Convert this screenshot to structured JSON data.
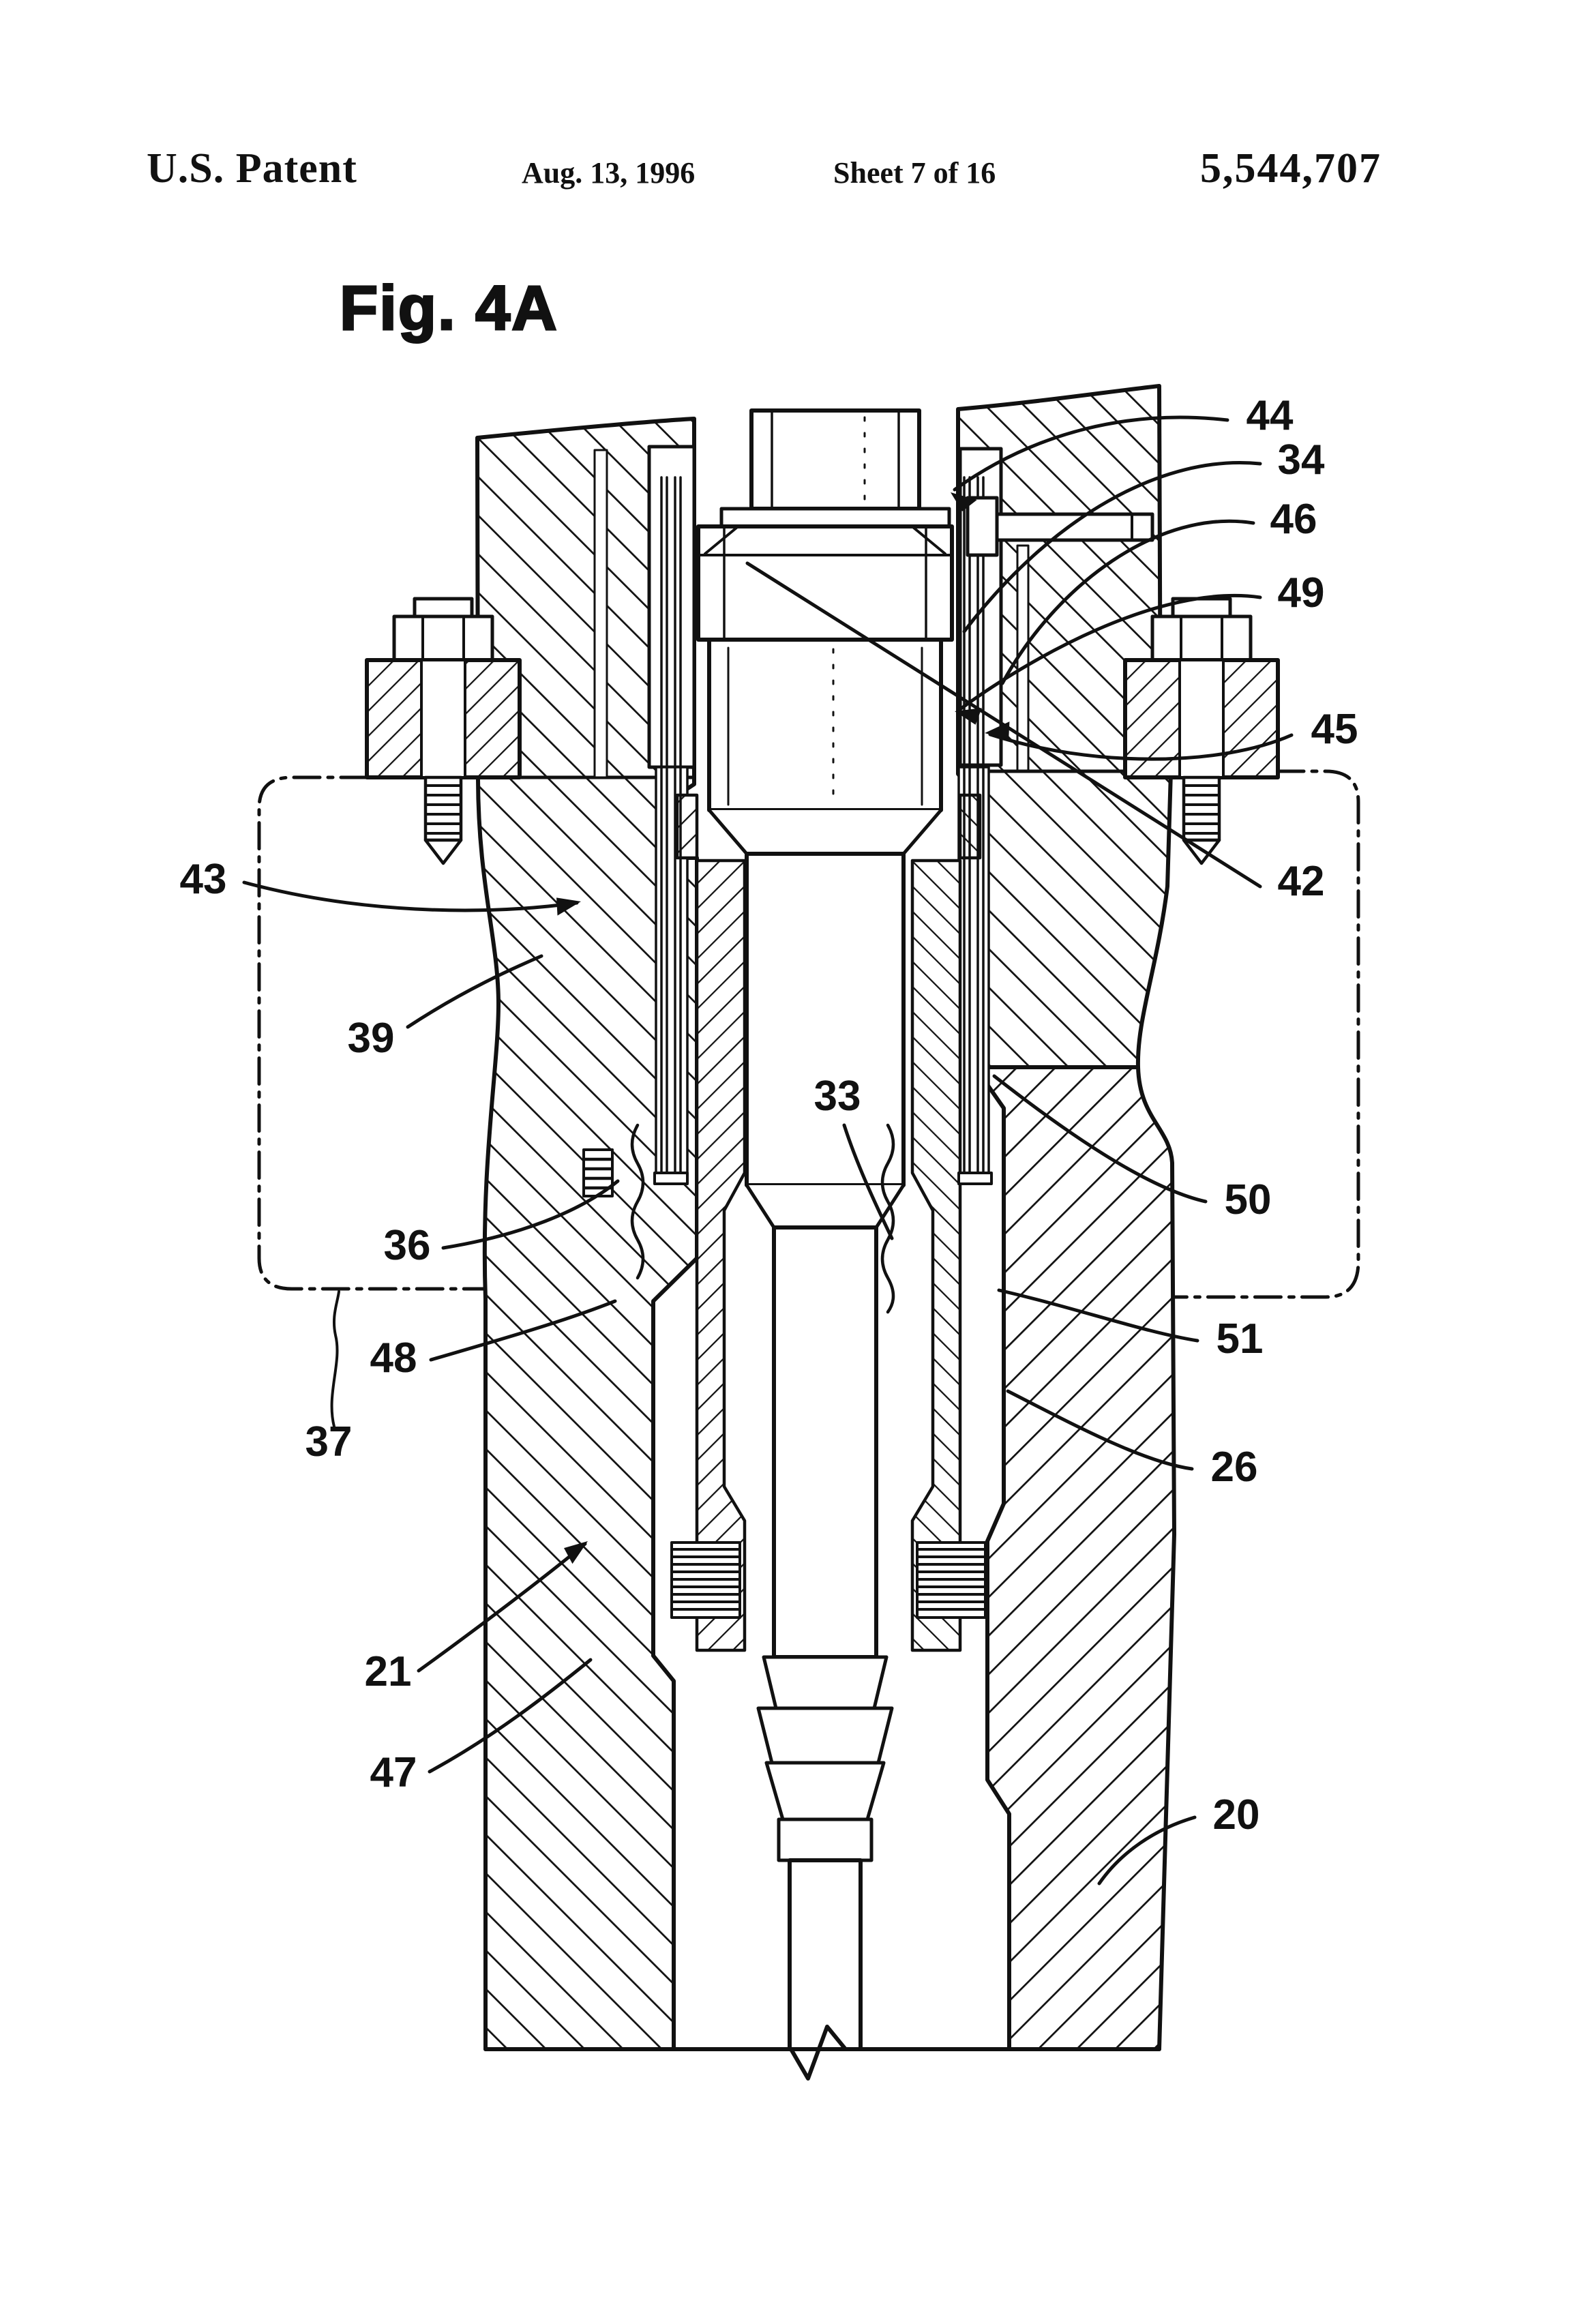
{
  "page": {
    "background": "#ffffff",
    "ink": "#111111"
  },
  "header": {
    "title": "U.S. Patent",
    "date": "Aug. 13, 1996",
    "sheet": "Sheet 7 of 16",
    "patent_number": "5,544,707"
  },
  "figure": {
    "caption": "Fig. 4A",
    "reference_labels": [
      {
        "text": "44"
      },
      {
        "text": "34"
      },
      {
        "text": "46"
      },
      {
        "text": "49"
      },
      {
        "text": "45"
      },
      {
        "text": "42"
      },
      {
        "text": "43"
      },
      {
        "text": "39"
      },
      {
        "text": "33"
      },
      {
        "text": "50"
      },
      {
        "text": "36"
      },
      {
        "text": "48"
      },
      {
        "text": "51"
      },
      {
        "text": "37"
      },
      {
        "text": "26"
      },
      {
        "text": "21"
      },
      {
        "text": "47"
      },
      {
        "text": "20"
      }
    ]
  }
}
